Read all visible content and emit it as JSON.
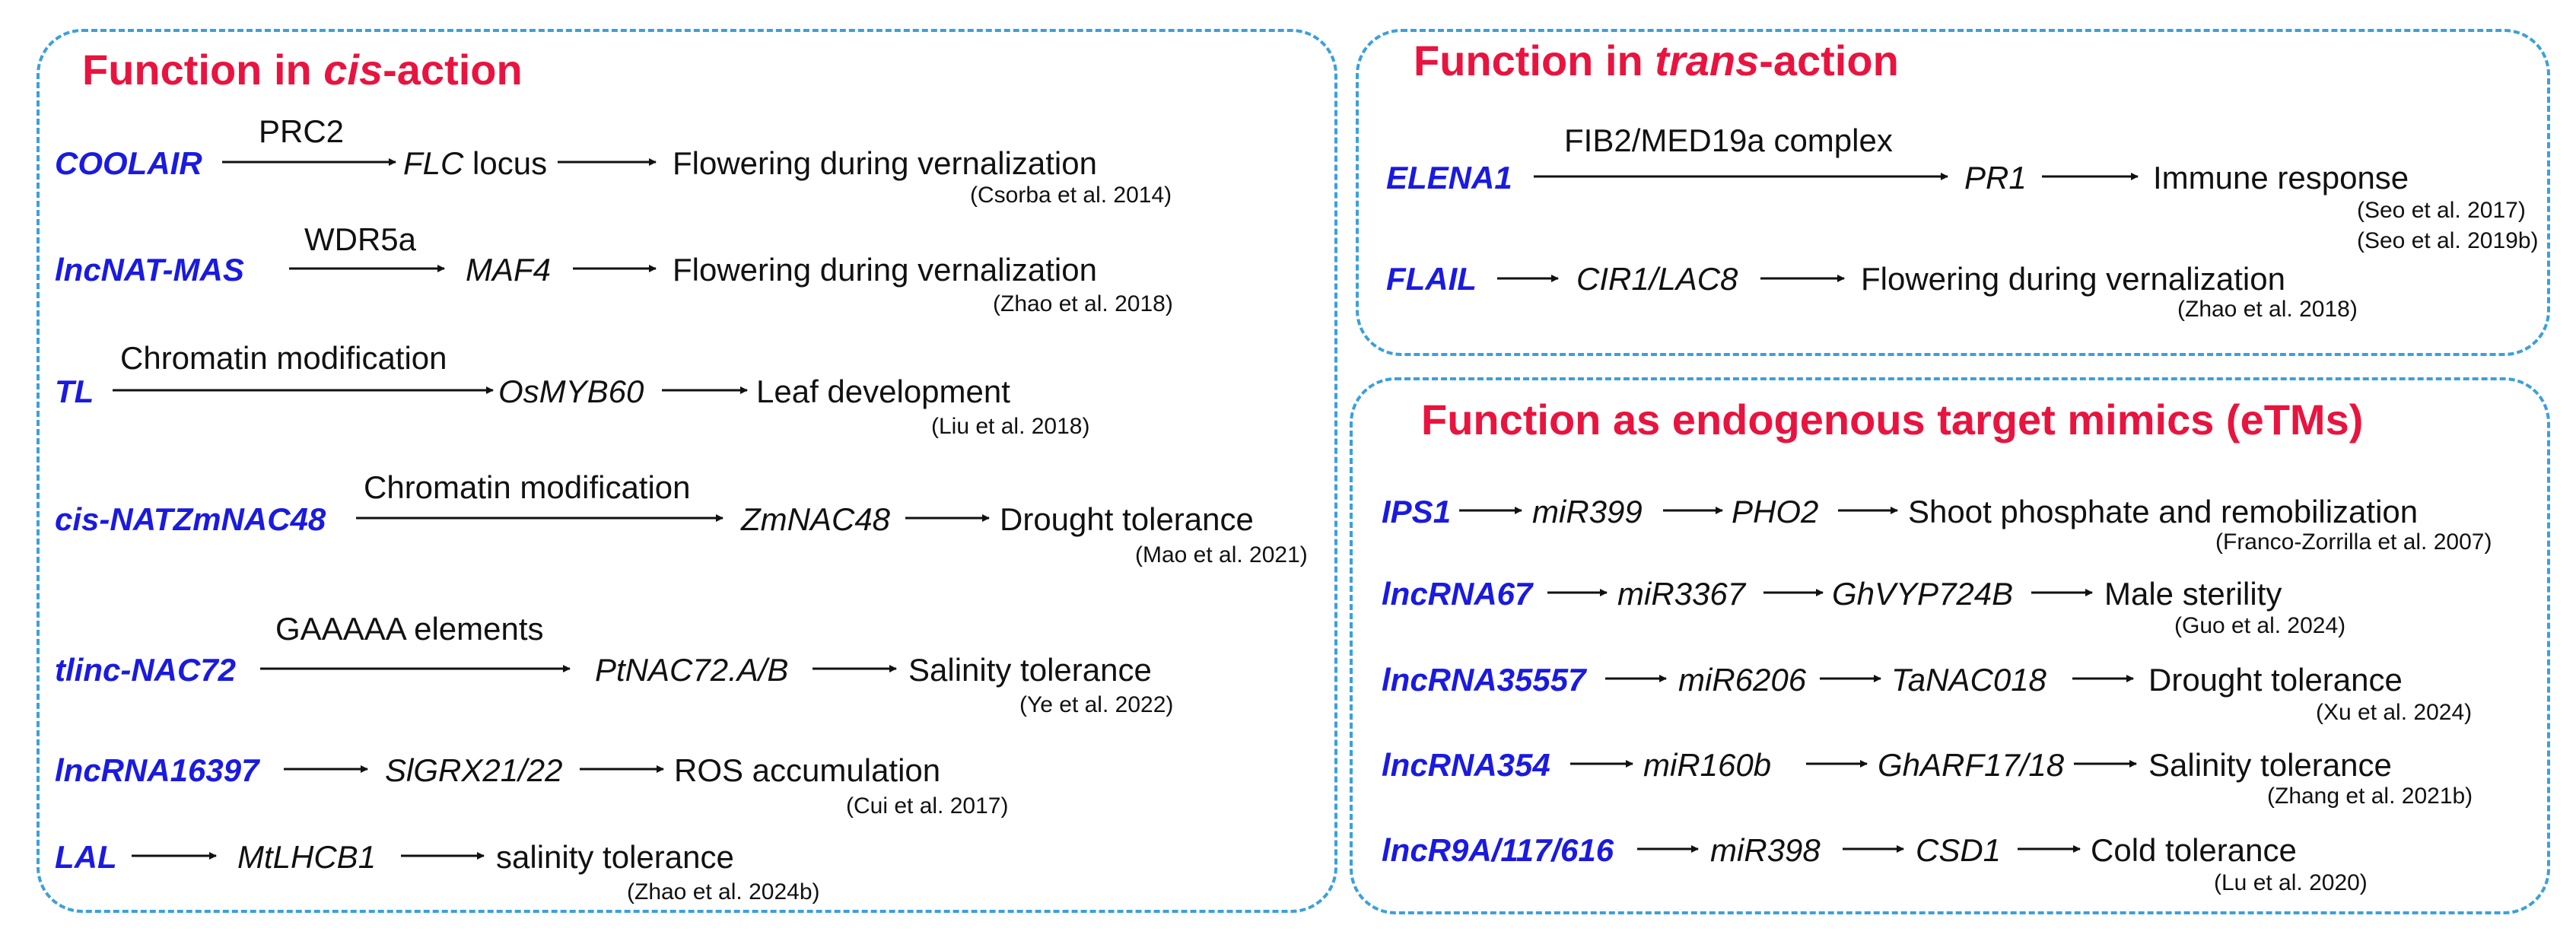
{
  "colors": {
    "border": "#3aa0dc",
    "title": "#e8143f",
    "name": "#1a1ae0",
    "text": "#111111"
  },
  "cis": {
    "title_pre": "Function in ",
    "title_em": "cis",
    "title_post": "-action",
    "rows": [
      {
        "name": "COOLAIR",
        "mech": "PRC2",
        "target_em": "FLC",
        "target_rest": " locus",
        "outcome": "Flowering during vernalization",
        "ref": "(Csorba et al. 2014)"
      },
      {
        "name": "lncNAT-MAS",
        "mech": "WDR5a",
        "target_em": "MAF4",
        "outcome": "Flowering during vernalization",
        "ref": "(Zhao et al. 2018)"
      },
      {
        "name": "TL",
        "mech": "Chromatin modification",
        "target_em": "OsMYB60",
        "outcome": "Leaf development",
        "ref": "(Liu et al. 2018)"
      },
      {
        "name": "cis-NATZmNAC48",
        "mech": "Chromatin modification",
        "target_em": "ZmNAC48",
        "outcome": "Drought tolerance",
        "ref": "(Mao et al. 2021)"
      },
      {
        "name": "tlinc-NAC72",
        "mech": "GAAAAA elements",
        "target_em": "PtNAC72.A/B",
        "outcome": "Salinity tolerance",
        "ref": "(Ye et al. 2022)"
      },
      {
        "name": "lncRNA16397",
        "target_em": "SlGRX21/22",
        "outcome": "ROS accumulation",
        "ref": "(Cui et al. 2017)"
      },
      {
        "name": "LAL",
        "target_em": "MtLHCB1",
        "outcome": "salinity tolerance",
        "ref": "(Zhao et al. 2024b)"
      }
    ]
  },
  "trans": {
    "title_pre": "Function in ",
    "title_em": "trans",
    "title_post": "-action",
    "rows": [
      {
        "name": "ELENA1",
        "mech": "FIB2/MED19a complex",
        "target_em": "PR1",
        "outcome": "Immune response",
        "refs": [
          "(Seo et al. 2017)",
          "(Seo et al. 2019b)"
        ]
      },
      {
        "name": "FLAIL",
        "target_em": "CIR1/LAC8",
        "outcome": "Flowering during vernalization",
        "refs": [
          "(Zhao et al. 2018)"
        ]
      }
    ]
  },
  "etm": {
    "title": "Function as endogenous target mimics (eTMs)",
    "rows": [
      {
        "name": "IPS1",
        "mirna": "miR399",
        "target": "PHO2",
        "outcome": "Shoot phosphate and remobilization",
        "ref": "(Franco-Zorrilla et al. 2007)"
      },
      {
        "name": "lncRNA67",
        "mirna": "miR3367",
        "target": "GhVYP724B",
        "outcome": "Male sterility",
        "ref": "(Guo et al. 2024)"
      },
      {
        "name": "lncRNA35557",
        "mirna": "miR6206",
        "target": "TaNAC018",
        "outcome": "Drought tolerance",
        "ref": "(Xu et al. 2024)"
      },
      {
        "name": "lncRNA354",
        "mirna": "miR160b",
        "target": "GhARF17/18",
        "outcome": "Salinity tolerance",
        "ref": "(Zhang et al. 2021b)"
      },
      {
        "name": "lncR9A/117/616",
        "mirna": "miR398",
        "target": "CSD1",
        "outcome": "Cold tolerance",
        "ref": "(Lu et al. 2020)"
      }
    ]
  }
}
